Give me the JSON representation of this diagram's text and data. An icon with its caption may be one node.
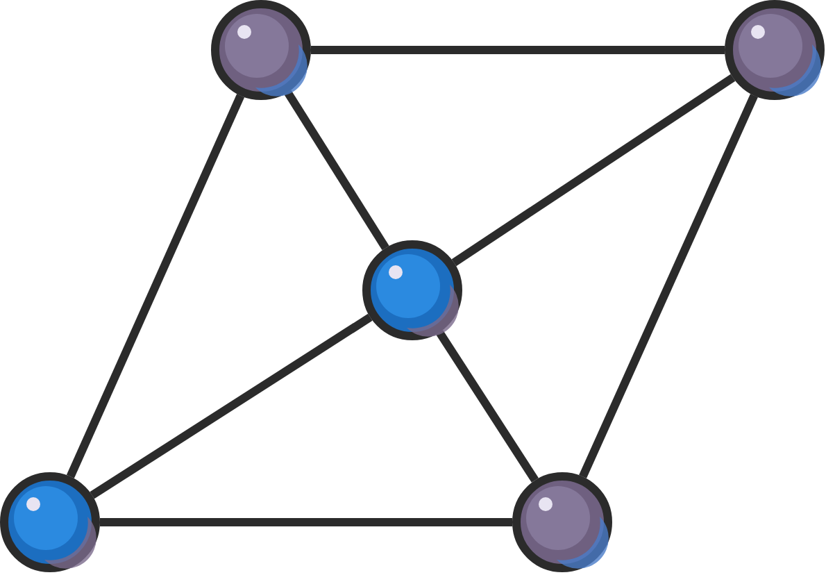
{
  "diagram": {
    "nodes": [
      {
        "text": [],
        "shape": "circle"
      },
      {
        "text": [],
        "shape": "circle"
      },
      {
        "text": [],
        "shape": "circle"
      },
      {
        "text": [],
        "shape": "circle"
      },
      {
        "text": [],
        "shape": "circle"
      }
    ],
    "edges": [
      {
        "from": 0,
        "to": 1,
        "arrow": "none"
      },
      {
        "from": 0,
        "to": 3,
        "arrow": "none"
      },
      {
        "from": 0,
        "to": 2,
        "arrow": "none"
      },
      {
        "from": 1,
        "to": 2,
        "arrow": "none"
      },
      {
        "from": 1,
        "to": 4,
        "arrow": "none"
      },
      {
        "from": 2,
        "to": 3,
        "arrow": "none"
      },
      {
        "from": 2,
        "to": 4,
        "arrow": "none"
      },
      {
        "from": 3,
        "to": 4,
        "arrow": "none"
      }
    ]
  }
}
